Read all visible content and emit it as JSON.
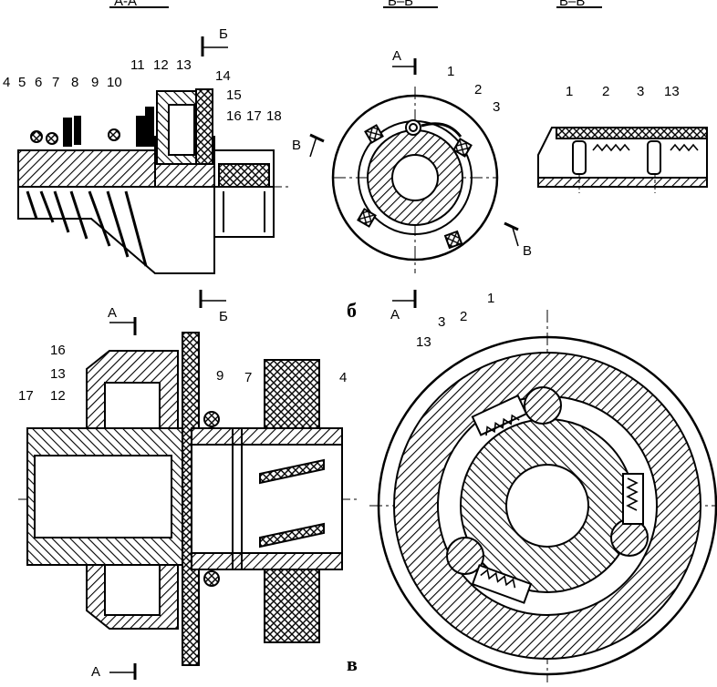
{
  "colors": {
    "ink": "#000000",
    "paper": "#ffffff"
  },
  "section_labels": {
    "aa": "А-А",
    "bb": "Б–Б",
    "vv": "В–В"
  },
  "cut_marks": {
    "b_top": "Б",
    "b_mid": "Б",
    "a_bb_top": "А",
    "a_bb_bot": "А",
    "v_left": "В",
    "v_right": "В",
    "a_v_top": "А",
    "a_v_bot": "А"
  },
  "view_letters": {
    "b": "б",
    "v": "в"
  },
  "aa_numbers": [
    "4",
    "5",
    "6",
    "7",
    "8",
    "9",
    "10",
    "11",
    "12",
    "13",
    "14",
    "15",
    "16",
    "17",
    "18"
  ],
  "bb_numbers": [
    "1",
    "2",
    "3"
  ],
  "vv_numbers": [
    "1",
    "2",
    "3",
    "13"
  ],
  "v_left_numbers": [
    "16",
    "13",
    "12",
    "17",
    "9",
    "7",
    "4"
  ],
  "v_right_numbers": [
    "13",
    "3",
    "2",
    "1"
  ]
}
